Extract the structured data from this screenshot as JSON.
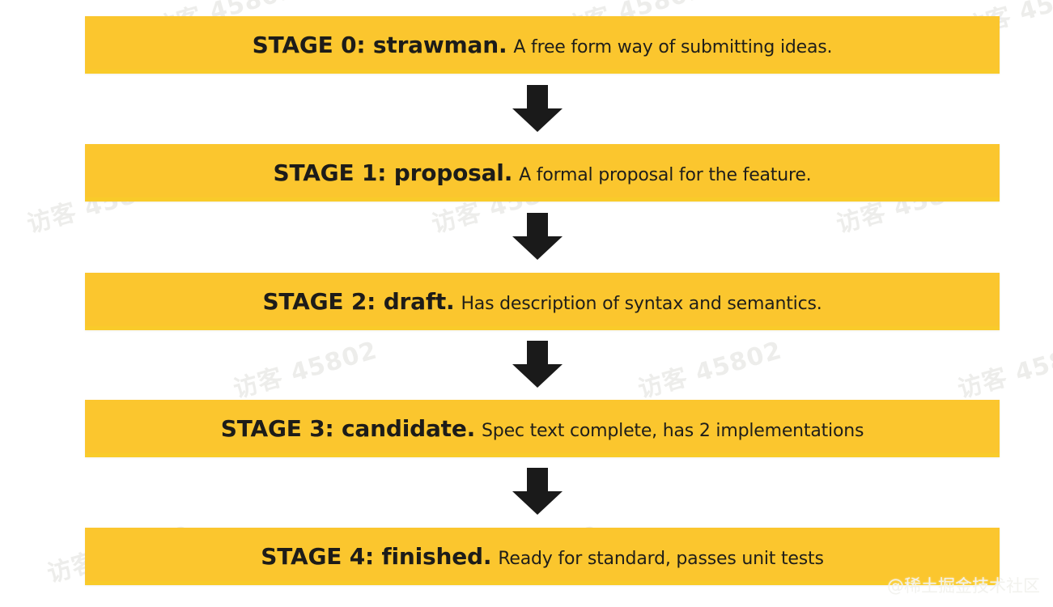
{
  "diagram": {
    "title": "TC39 Proposal Stage Process",
    "type": "vertical-flowchart",
    "bar_color": "#fbc62e",
    "text_color": "#1d1c19",
    "arrow_color": "#1a1a1a",
    "background_color": "#ffffff",
    "stages": [
      {
        "id": "stage-0",
        "title": "STAGE 0: strawman.",
        "description": "A free form way of submitting ideas."
      },
      {
        "id": "stage-1",
        "title": "STAGE 1: proposal.",
        "description": "A formal proposal for the feature."
      },
      {
        "id": "stage-2",
        "title": "STAGE 2: draft.",
        "description": "Has description of syntax and semantics."
      },
      {
        "id": "stage-3",
        "title": "STAGE 3: candidate.",
        "description": "Spec text complete, has 2 implementations"
      },
      {
        "id": "stage-4",
        "title": "STAGE 4: finished.",
        "description": "Ready for standard, passes unit tests"
      }
    ],
    "connectors": [
      {
        "icon": "down-arrow-icon",
        "from": "stage-0",
        "to": "stage-1"
      },
      {
        "icon": "down-arrow-icon",
        "from": "stage-1",
        "to": "stage-2"
      },
      {
        "icon": "down-arrow-icon",
        "from": "stage-2",
        "to": "stage-3"
      },
      {
        "icon": "down-arrow-icon",
        "from": "stage-3",
        "to": "stage-4"
      }
    ]
  },
  "watermarks": {
    "corner_text": "@稀土掘金技术社区",
    "tiled_text": "访客 45802",
    "tiled_color": "#ededea"
  }
}
